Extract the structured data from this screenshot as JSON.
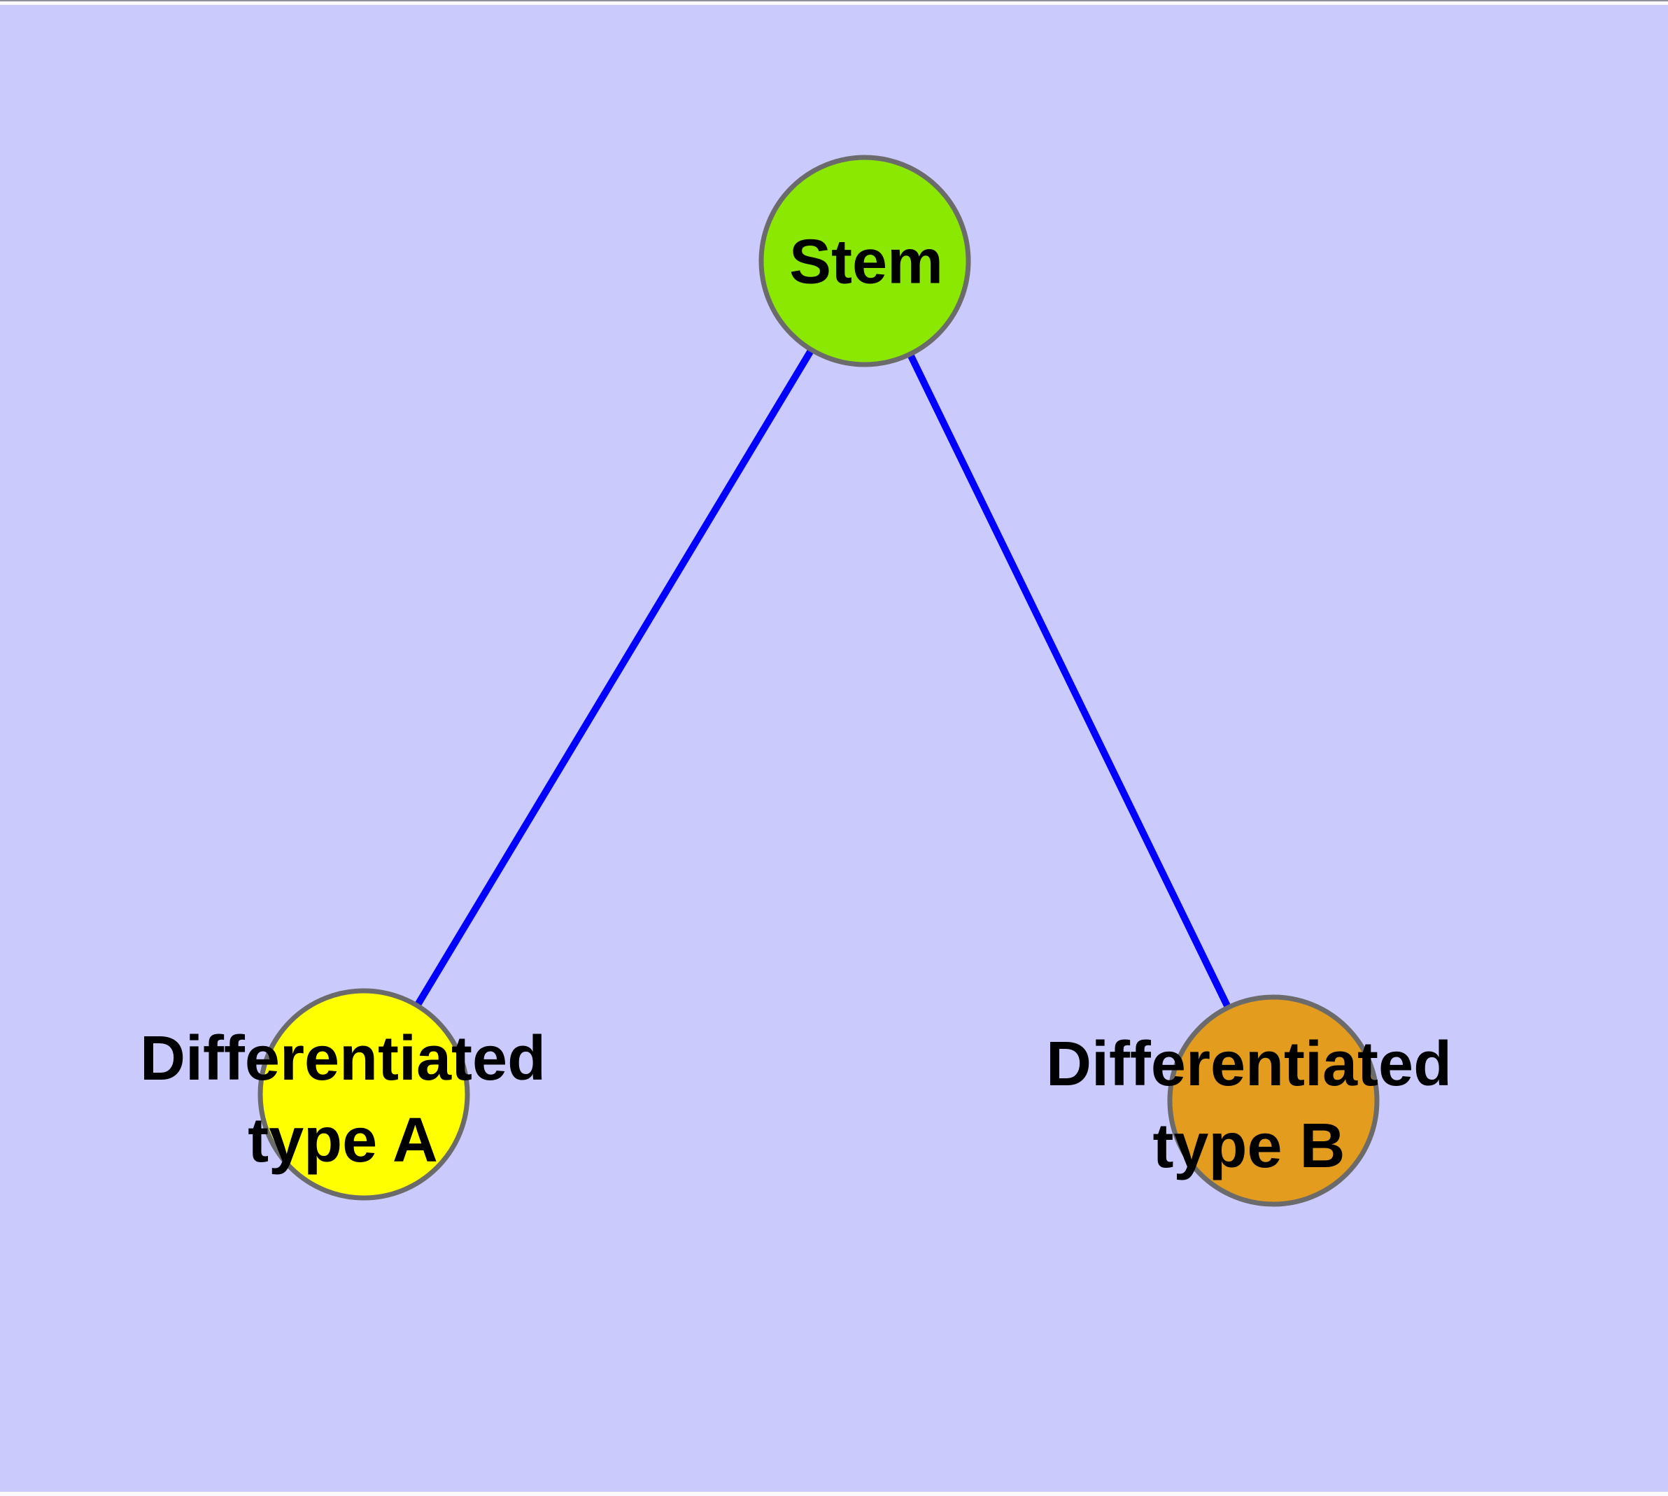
{
  "diagram": {
    "background_color": "#CACAFC",
    "edge_color": "#0000FF",
    "node_border_color": "#6B6B6B",
    "label_color": "#000000",
    "nodes": [
      {
        "id": "stem",
        "lines": [
          "Stem"
        ],
        "fill": "#8BE800"
      },
      {
        "id": "differentiated-type-a",
        "lines": [
          "Differentiated",
          "type A"
        ],
        "fill": "#FFFF00"
      },
      {
        "id": "differentiated-type-b",
        "lines": [
          "Differentiated",
          "type B"
        ],
        "fill": "#E39C1E"
      }
    ],
    "edges": [
      {
        "from": "stem",
        "to": "differentiated-type-a"
      },
      {
        "from": "stem",
        "to": "differentiated-type-b"
      }
    ]
  }
}
